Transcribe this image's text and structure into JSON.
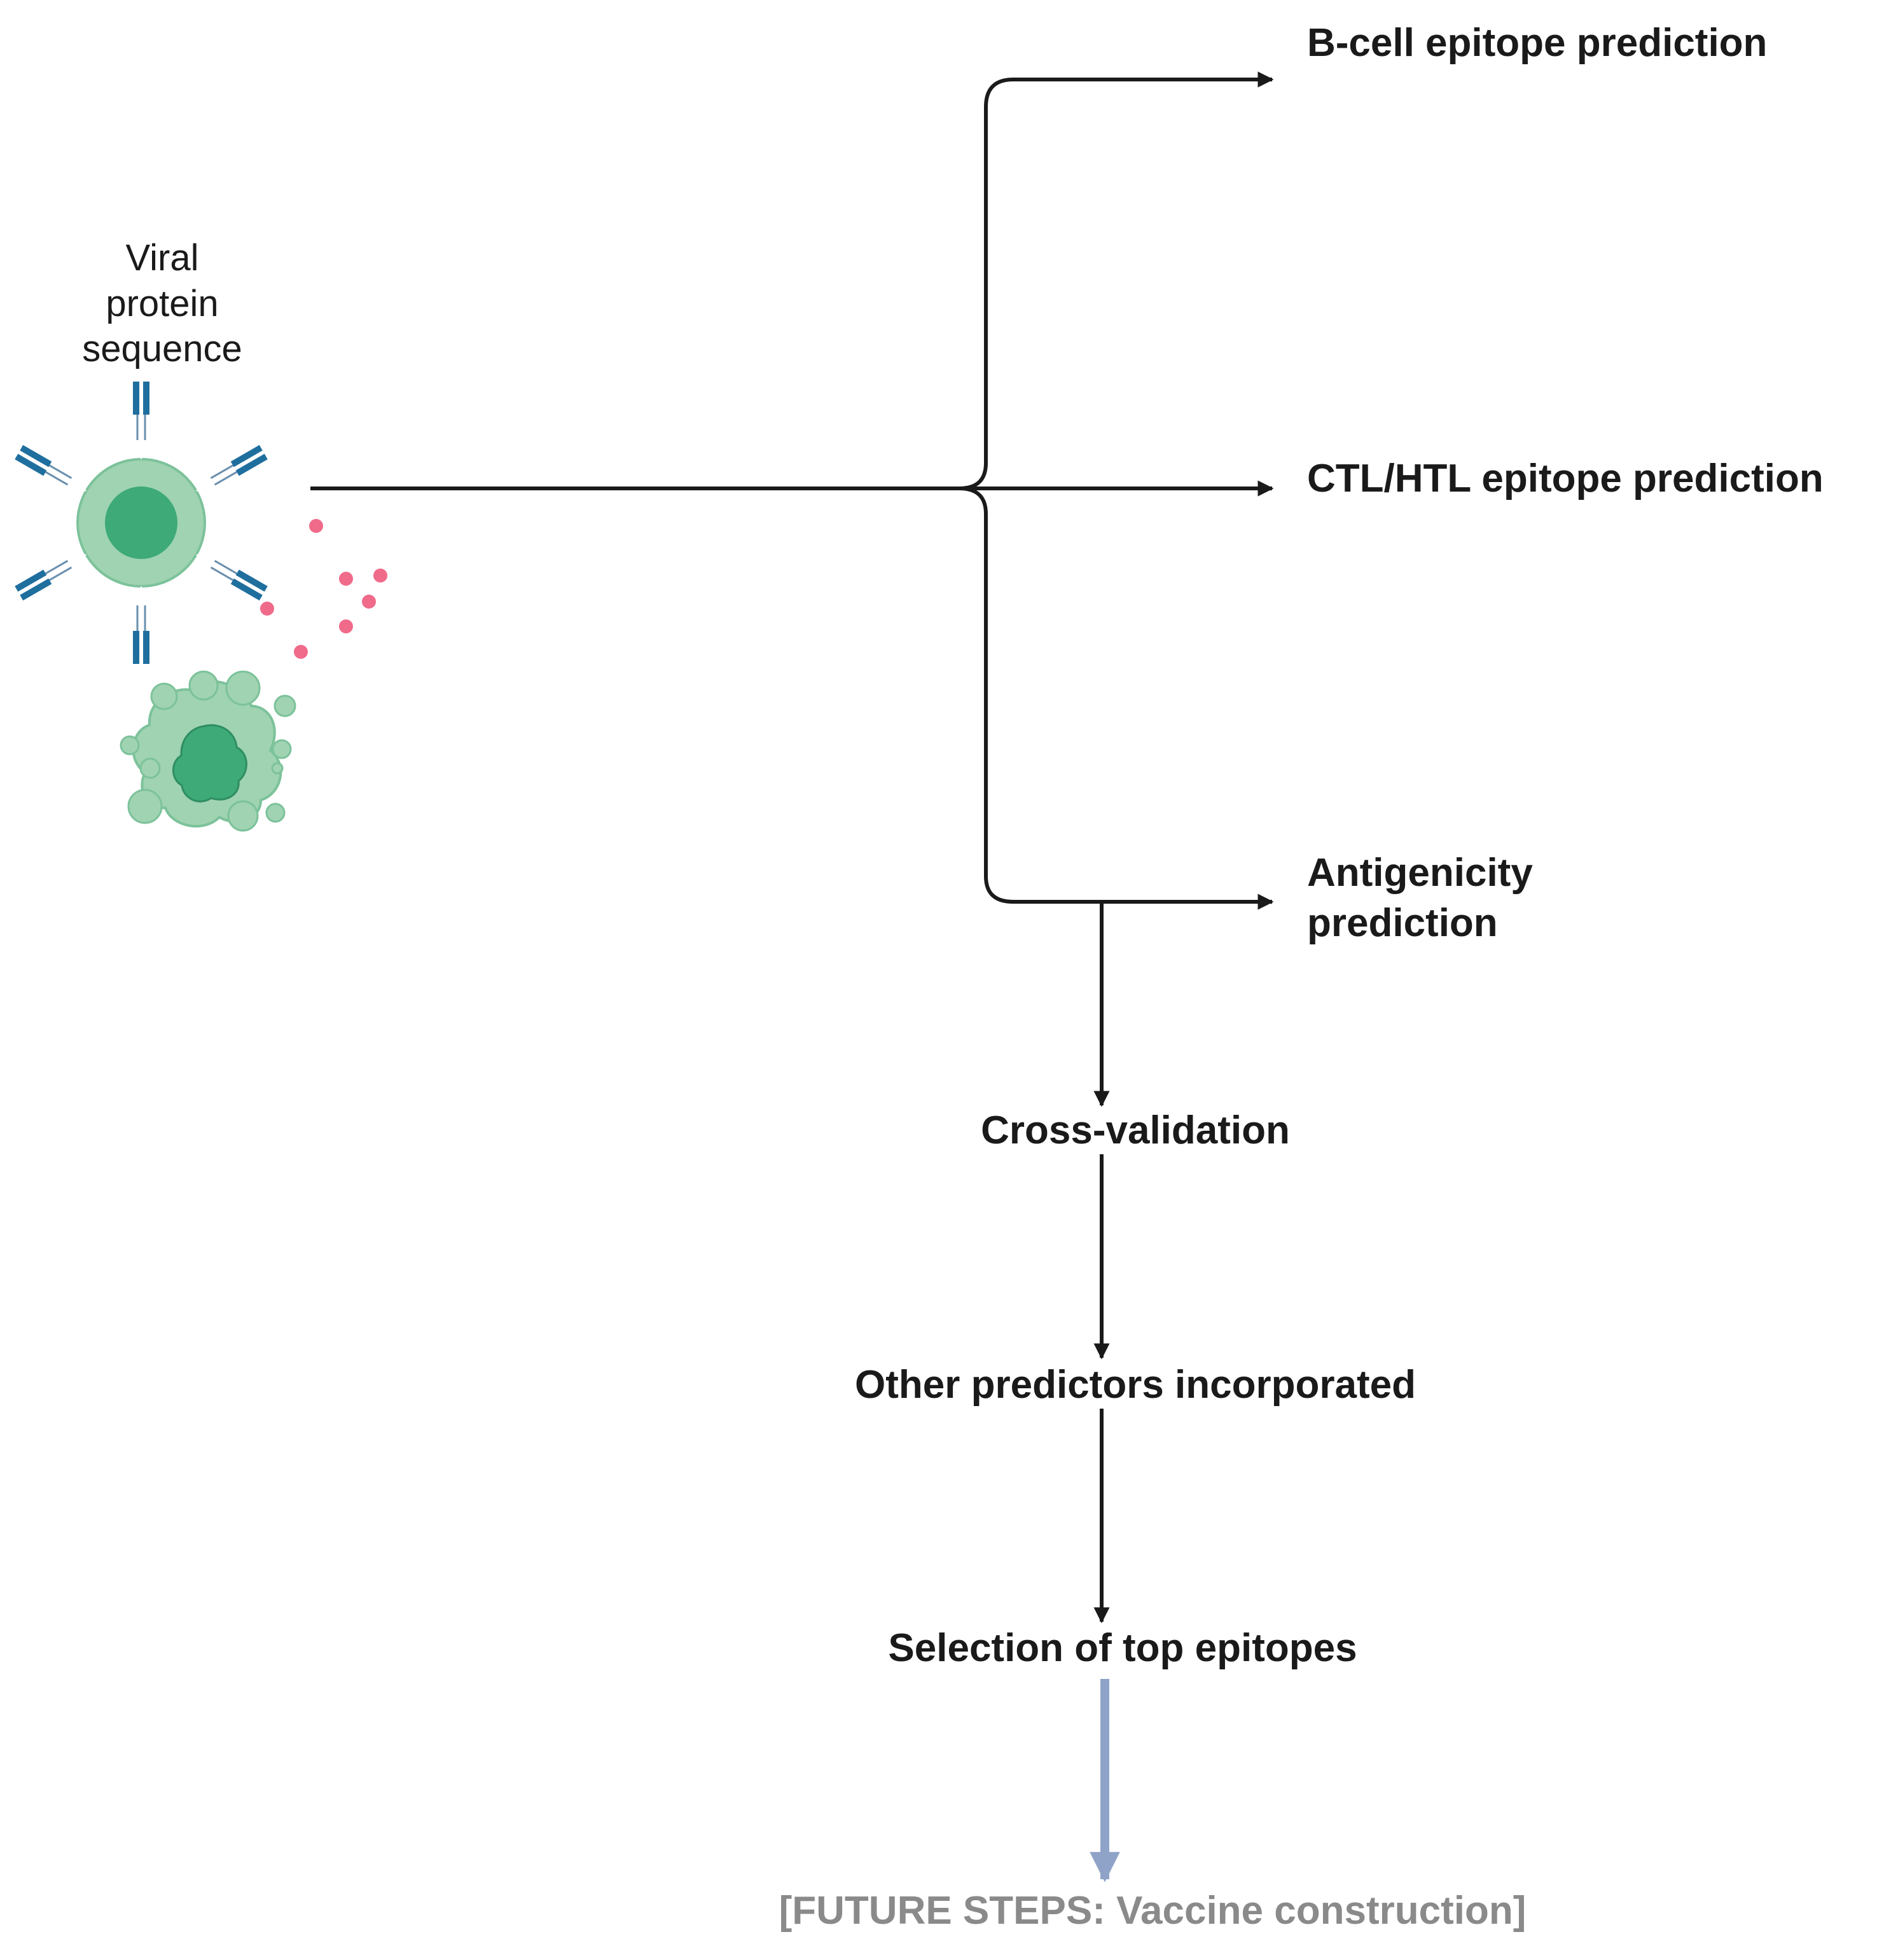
{
  "source": {
    "label_lines": [
      "Viral",
      "protein",
      "sequence"
    ]
  },
  "branches": {
    "b_cell": "B-cell epitope prediction",
    "ctl_htl": "CTL/HTL epitope prediction",
    "antigenicity_lines": [
      "Antigenicity",
      "prediction"
    ]
  },
  "steps": {
    "cross_validation": "Cross-validation",
    "other_predictors": "Other predictors incorporated",
    "selection": "Selection of top epitopes",
    "future": "[FUTURE STEPS: Vaccine construction]"
  },
  "colors": {
    "arrow": "#1a1a1a",
    "future_arrow": "#8fa3c8",
    "future_text": "#8a8a8a",
    "cell_light": "#9fd3b1",
    "cell_dark": "#3daa78",
    "antibody": "#1f6f9e",
    "cytokine": "#f06a8a"
  }
}
